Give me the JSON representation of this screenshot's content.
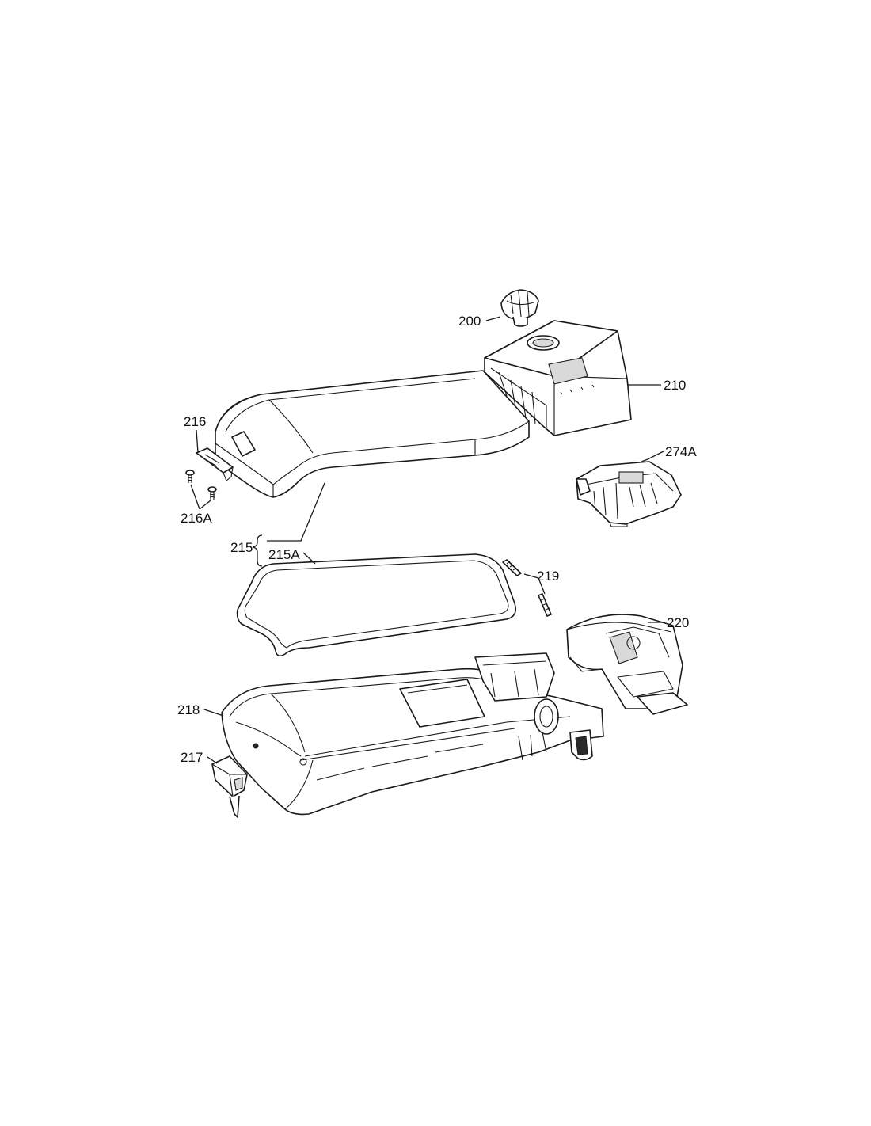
{
  "labels": {
    "p200": "200",
    "p210": "210",
    "p216": "216",
    "p216a": "216A",
    "p274a": "274A",
    "p215": "215",
    "p215a": "215A",
    "p219": "219",
    "p220": "220",
    "p218": "218",
    "p217": "217"
  }
}
